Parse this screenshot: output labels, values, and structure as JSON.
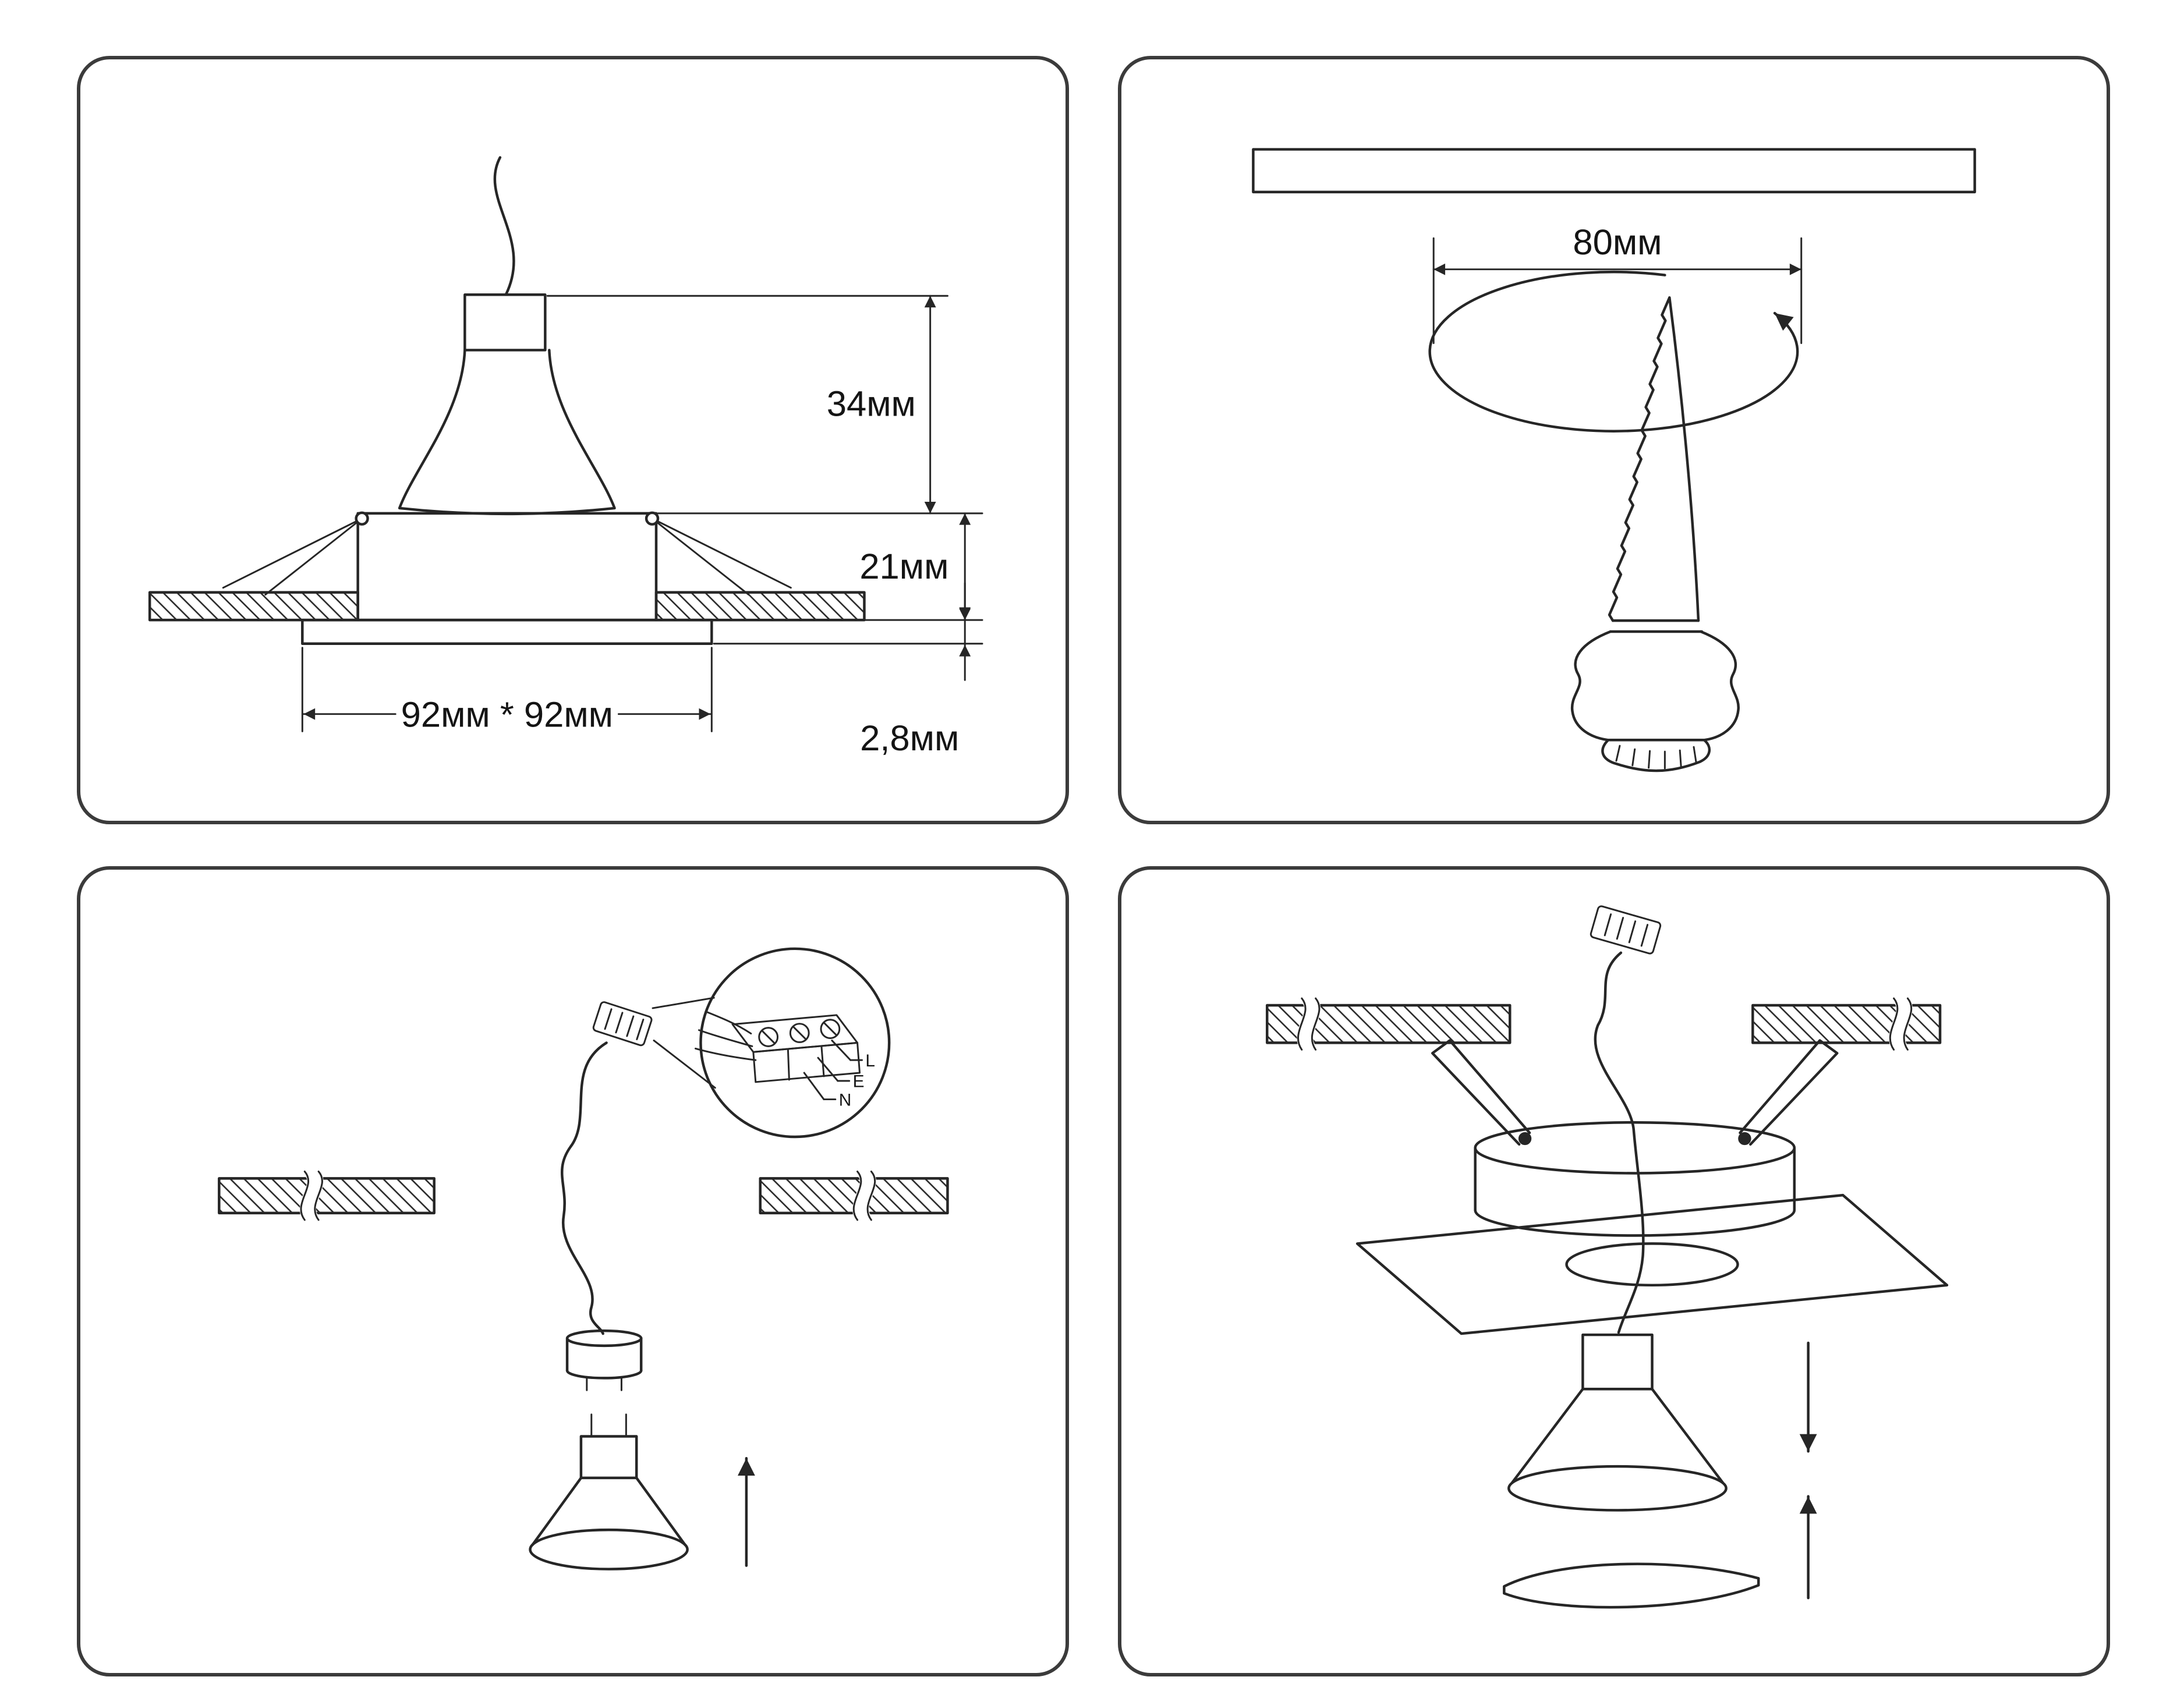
{
  "colors": {
    "background": "#ffffff",
    "line": "#262626",
    "panel_border": "#3b3b3b",
    "text": "#141414"
  },
  "dimensions_panel": {
    "height_above_ceiling": "34мм",
    "recess_depth": "21мм",
    "flange_thickness": "2,8мм",
    "plate_size": "92мм * 92мм"
  },
  "cutout_panel": {
    "hole_diameter": "80мм"
  },
  "wiring_panel": {
    "terminal_live": "L",
    "terminal_earth": "E",
    "terminal_neutral": "N"
  }
}
